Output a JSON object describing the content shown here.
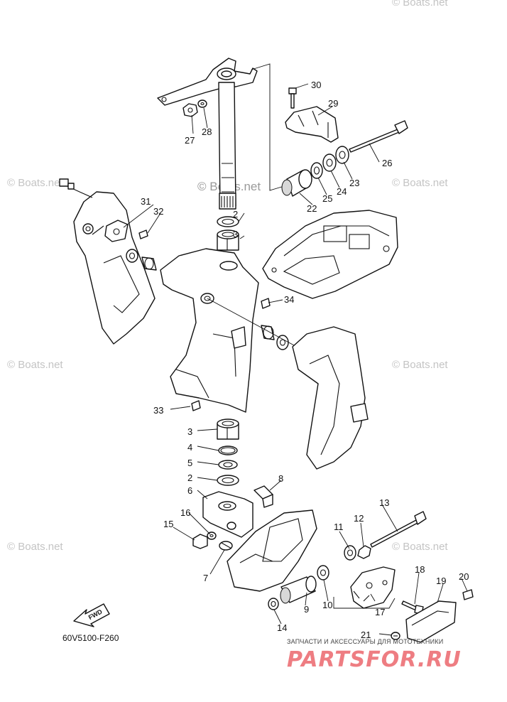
{
  "diagram": {
    "code": "60V5100-F260",
    "callouts": [
      "2",
      "3",
      "3",
      "4",
      "5",
      "2",
      "6",
      "7",
      "8",
      "9",
      "10",
      "11",
      "12",
      "13",
      "14",
      "15",
      "16",
      "17",
      "18",
      "19",
      "20",
      "21",
      "22",
      "23",
      "24",
      "25",
      "26",
      "27",
      "28",
      "29",
      "30",
      "31",
      "32",
      "33",
      "34"
    ],
    "fwd_label": "FWD"
  },
  "watermarks": {
    "boats": "© Boats.net",
    "boats_center": "© Boats.net"
  },
  "footer": {
    "tagline": "ЗАПЧАСТИ И АКСЕССУАРЫ ДЛЯ МОТОТЕХНИКИ",
    "brand": "PARTSFOR.RU",
    "brand_color": "#ee7d82"
  }
}
